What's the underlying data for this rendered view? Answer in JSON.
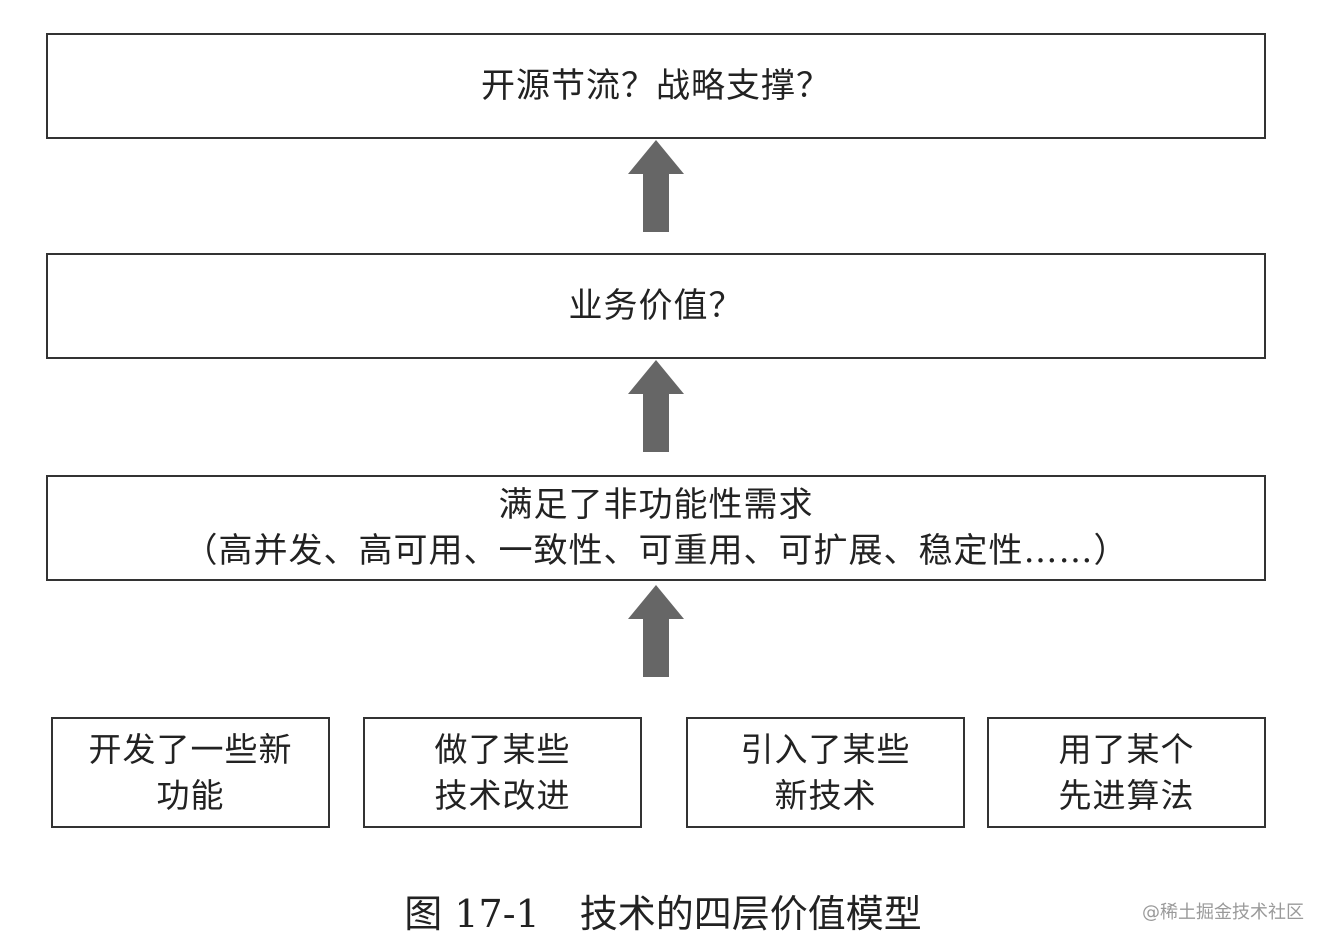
{
  "levels": {
    "top": {
      "text": "开源节流？战略支撑？"
    },
    "middle": {
      "text": "业务价值？"
    },
    "lower": {
      "line1": "满足了非功能性需求",
      "line2": "（高并发、高可用、一致性、可重用、可扩展、稳定性……）"
    },
    "bottom": [
      {
        "line1": "开发了一些新",
        "line2": "功能"
      },
      {
        "line1": "做了某些",
        "line2": "技术改进"
      },
      {
        "line1": "引入了某些",
        "line2": "新技术"
      },
      {
        "line1": "用了某个",
        "line2": "先进算法"
      }
    ]
  },
  "arrow_color": "#666666",
  "caption": {
    "number": "图 17-1",
    "title": "技术的四层价值模型"
  },
  "watermark": "@稀土掘金技术社区"
}
